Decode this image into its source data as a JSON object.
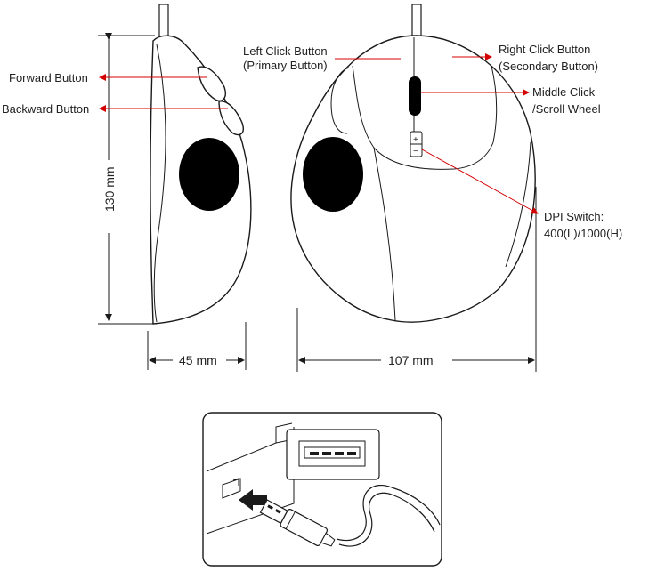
{
  "labels": {
    "forward_button": "Forward Button",
    "backward_button": "Backward Button",
    "left_click_line1": "Left Click Button",
    "left_click_line2": "(Primary Button)",
    "right_click_line1": "Right Click Button",
    "right_click_line2": "(Secondary Button)",
    "middle_click_line1": "Middle Click",
    "middle_click_line2": "/Scroll Wheel",
    "dpi_line1": "DPI Switch:",
    "dpi_line2": "400(L)/1000(H)",
    "dpi_plus": "+",
    "dpi_minus": "−"
  },
  "dimensions": {
    "height": "130 mm",
    "side_width": "45 mm",
    "top_width": "107 mm"
  },
  "colors": {
    "callout": "#d40000",
    "ink": "#1a1a1a",
    "trackball": "#000000"
  }
}
